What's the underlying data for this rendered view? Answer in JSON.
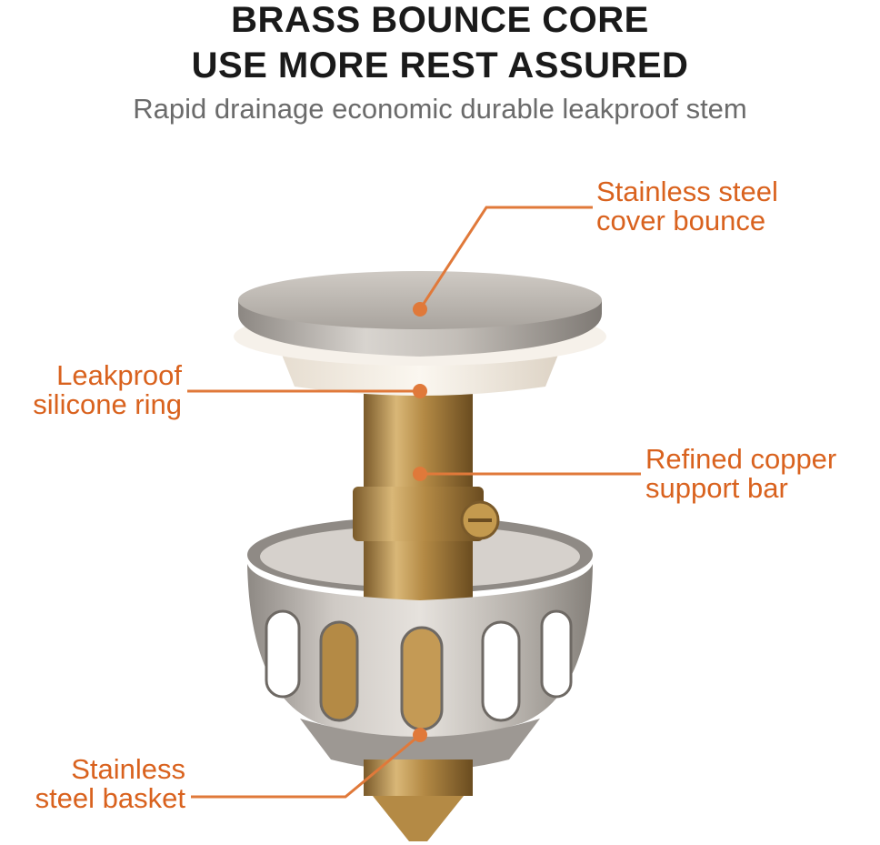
{
  "header": {
    "line1": "BRASS BOUNCE CORE",
    "line2": "USE MORE REST ASSURED",
    "subtitle": "Rapid drainage economic durable leakproof stem"
  },
  "callouts": {
    "cover": {
      "line1": "Stainless steel",
      "line2": "cover bounce"
    },
    "ring": {
      "line1": "Leakproof",
      "line2": "silicone ring"
    },
    "copper": {
      "line1": "Refined copper",
      "line2": "support bar"
    },
    "basket": {
      "line1": "Stainless",
      "line2": "steel basket"
    }
  },
  "colors": {
    "callout_text": "#d9621e",
    "callout_line": "#e0793a",
    "headline": "#1a1a1a",
    "subtitle": "#6b6b6b",
    "steel": "#b9b4ae",
    "brass": "#b98a3c",
    "silicone": "#f3ece2"
  }
}
